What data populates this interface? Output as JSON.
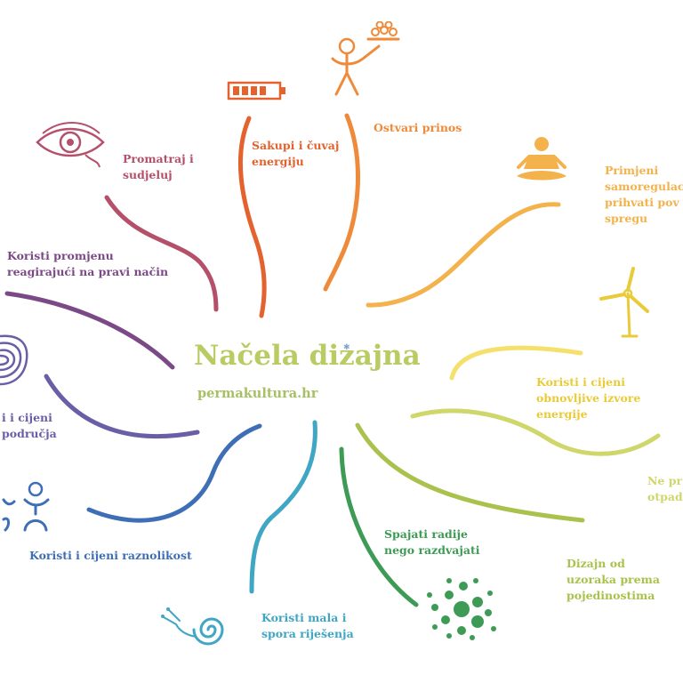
{
  "title": "Načela dizajna",
  "subtitle": "permakultura.hr",
  "principles": [
    {
      "label": "Promatraj i\nsudjeluj",
      "color": "#b5506a",
      "icon": "eye-icon"
    },
    {
      "label": "Sakupi i čuvaj\nenergiju",
      "color": "#e3622e",
      "icon": "battery-icon"
    },
    {
      "label": "Ostvari prinos",
      "color": "#ef8a3a",
      "icon": "harvest-person-icon"
    },
    {
      "label": "Primjeni\nsamoregulac\nprihvati pov\nspregu",
      "color": "#f3b24c",
      "icon": "meditation-icon"
    },
    {
      "label": "Koristi i cijeni\nobnovljive izvore\nenergije",
      "color": "#e9cb3a",
      "icon": "wind-turbine-icon"
    },
    {
      "label": "Ne pr\notpad",
      "color": "#cfd66a",
      "icon": "none"
    },
    {
      "label": "Dizajn od\nuzoraka prema\npojedinostima",
      "color": "#a9c24d",
      "icon": "none"
    },
    {
      "label": "Spajati radije\nnego razdvajati",
      "color": "#3d9b55",
      "icon": "network-dots-icon"
    },
    {
      "label": "Koristi mala i\nspora riješenja",
      "color": "#3fa6c4",
      "icon": "snail-icon"
    },
    {
      "label": "Koristi i cijeni raznolikost",
      "color": "#3e6fb6",
      "icon": "people-icon"
    },
    {
      "label": "i i cijeni\npodručja",
      "color": "#6a5fa6",
      "icon": "contour-icon"
    },
    {
      "label": "Koristi promjenu\nreagirajući na pravi način",
      "color": "#7b4a86",
      "icon": "none"
    }
  ]
}
